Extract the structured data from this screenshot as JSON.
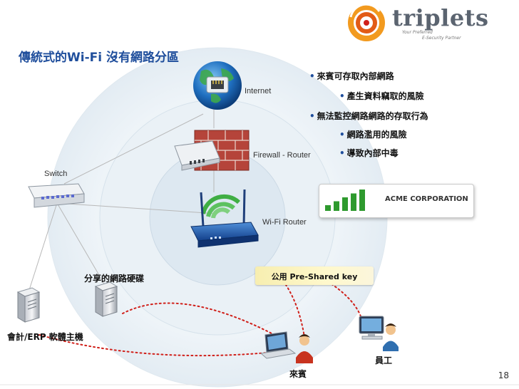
{
  "title": "傳統式的Wi-Fi 沒有網路分區",
  "logo": {
    "name": "triplets",
    "tagline_1": "Your Preferred",
    "tagline_2": "E-Security Partner"
  },
  "bullets": [
    {
      "text": "來賓可存取內部網路",
      "level": 1
    },
    {
      "text": "產生資料竊取的風險",
      "level": 2
    },
    {
      "text": "無法監控網路網路的存取行為",
      "level": 1
    },
    {
      "text": "網路濫用的風險",
      "level": 2
    },
    {
      "text": "導致內部中毒",
      "level": 2
    }
  ],
  "devices": {
    "internet": "Internet",
    "firewall": "Firewall - Router",
    "switch": "Switch",
    "wifi_router": "Wi-Fi Router",
    "shared_drive": "分享的網路硬碟",
    "accounting_server": "會計/ERP 軟體主機",
    "guest": "來賓",
    "employee": "員工",
    "psk": "公用 Pre-Shared key"
  },
  "acme": {
    "name": "ACME CORPORATION",
    "signal_level": 5,
    "signal_max": 5
  },
  "page_number": "18",
  "colors": {
    "title": "#1f4e9c",
    "accent_red": "#d0201a",
    "signal_green": "#2e9a2e"
  }
}
